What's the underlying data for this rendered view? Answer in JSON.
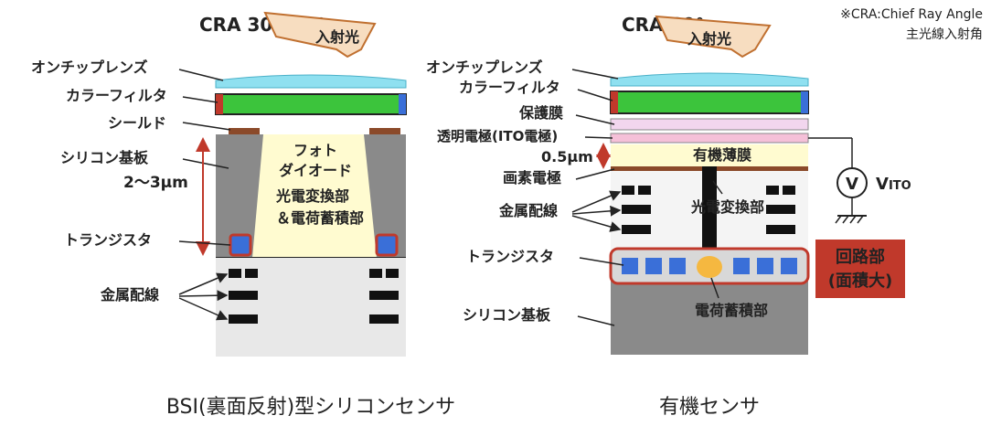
{
  "note": {
    "line1": "※CRA:Chief Ray Angle",
    "line2": "主光線入射角"
  },
  "left": {
    "cra": "CRA 30〜40°",
    "incident": "入射光",
    "labels": {
      "microlens": "オンチップレンズ",
      "color_filter": "カラーフィルタ",
      "shield": "シールド",
      "substrate": "シリコン基板",
      "thickness": "2〜3μm",
      "transistor": "トランジスタ",
      "wiring": "金属配線"
    },
    "inner": {
      "photodiode_line1": "フォト",
      "photodiode_line2": "ダイオード",
      "conv_line1": "光電変換部",
      "conv_line2": "＆電荷蓄積部"
    },
    "caption": "BSI(裏面反射)型シリコンセンサ"
  },
  "right": {
    "cra": "CRA 60°",
    "incident": "入射光",
    "labels": {
      "microlens": "オンチップレンズ",
      "color_filter": "カラーフィルタ",
      "protect": "保護膜",
      "ito": "透明電極(ITO電極)",
      "thickness": "0.5μm",
      "pixel_electrode": "画素電極",
      "wiring": "金属配線",
      "transistor": "トランジスタ",
      "substrate": "シリコン基板"
    },
    "inner": {
      "organic": "有機薄膜",
      "conv": "光電変換部",
      "storage": "電荷蓄積部"
    },
    "voltage": {
      "symbol": "V",
      "label_main": "V",
      "label_sub": "ITO"
    },
    "circuit": {
      "line1": "回路部",
      "line2": "(面積大)"
    },
    "caption": "有機センサ"
  },
  "colors": {
    "accent_orange": "#c07030",
    "red": "#c0392b",
    "green": "#3cc43c",
    "blue": "#3a6fd8",
    "gray": "#8a8a8a",
    "yellow": "#fffbd0"
  }
}
